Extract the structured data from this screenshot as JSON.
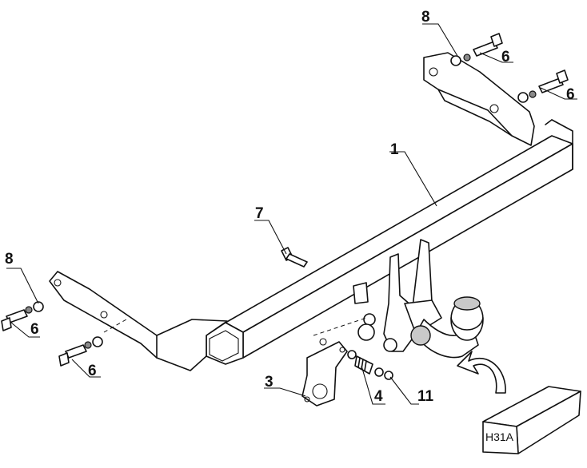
{
  "callouts": {
    "c1": "1",
    "c3": "3",
    "c4": "4",
    "c6a": "6",
    "c6b": "6",
    "c6c": "6",
    "c6d": "6",
    "c7": "7",
    "c8a": "8",
    "c8b": "8",
    "c11": "11"
  },
  "box_label": "H31A"
}
